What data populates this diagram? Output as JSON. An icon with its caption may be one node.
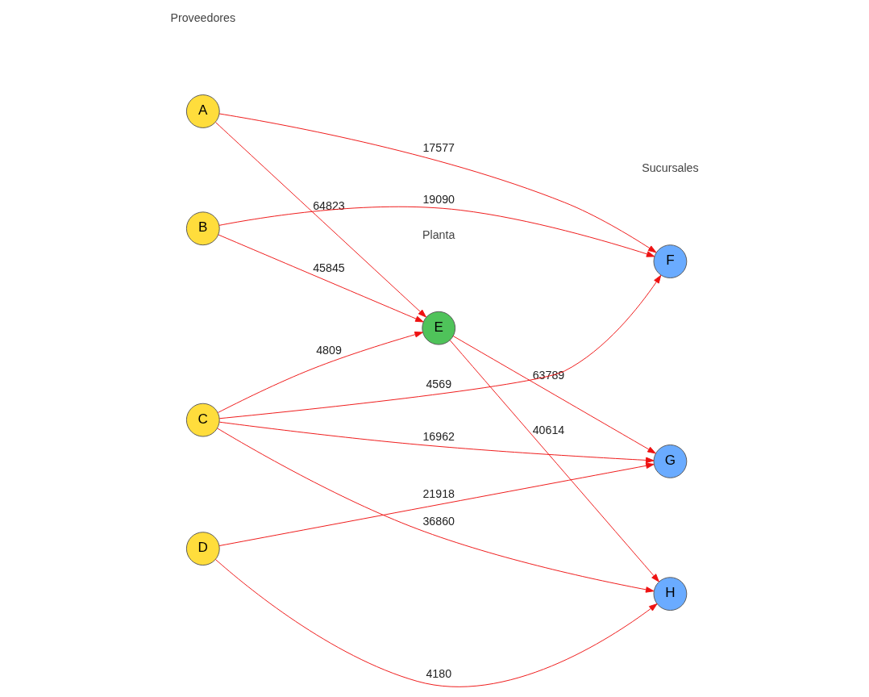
{
  "diagram": {
    "nodes": [
      {
        "text": [
          "E"
        ]
      },
      {
        "text": [
          "A"
        ]
      },
      {
        "text": [
          "F"
        ]
      },
      {
        "text": [
          "B"
        ]
      },
      {
        "text": [
          "C"
        ]
      },
      {
        "text": [
          "G"
        ]
      },
      {
        "text": [
          "D"
        ]
      },
      {
        "text": [
          "H"
        ]
      }
    ],
    "edges": [
      {
        "from": 1,
        "to": 0,
        "arrow": "to",
        "label": "64823"
      },
      {
        "from": 1,
        "to": 2,
        "arrow": "to",
        "label": "17577"
      },
      {
        "from": 3,
        "to": 0,
        "arrow": "to",
        "label": "45845"
      },
      {
        "from": 3,
        "to": 2,
        "arrow": "to",
        "label": "19090"
      },
      {
        "from": 4,
        "to": 0,
        "arrow": "to",
        "label": "4809"
      },
      {
        "from": 4,
        "to": 2,
        "arrow": "to",
        "label": "4569"
      },
      {
        "from": 4,
        "to": 5,
        "arrow": "to",
        "label": "16962"
      },
      {
        "from": 4,
        "to": 7,
        "arrow": "to",
        "label": "36860"
      },
      {
        "from": 6,
        "to": 5,
        "arrow": "to",
        "label": "21918"
      },
      {
        "from": 6,
        "to": 7,
        "arrow": "to",
        "label": "4180"
      },
      {
        "from": 0,
        "to": 5,
        "arrow": "to",
        "label": "63789"
      },
      {
        "from": 0,
        "to": 7,
        "arrow": "to",
        "label": "40614"
      }
    ],
    "labels": [
      "Planta",
      "Proveedores",
      "Sucursales"
    ]
  }
}
